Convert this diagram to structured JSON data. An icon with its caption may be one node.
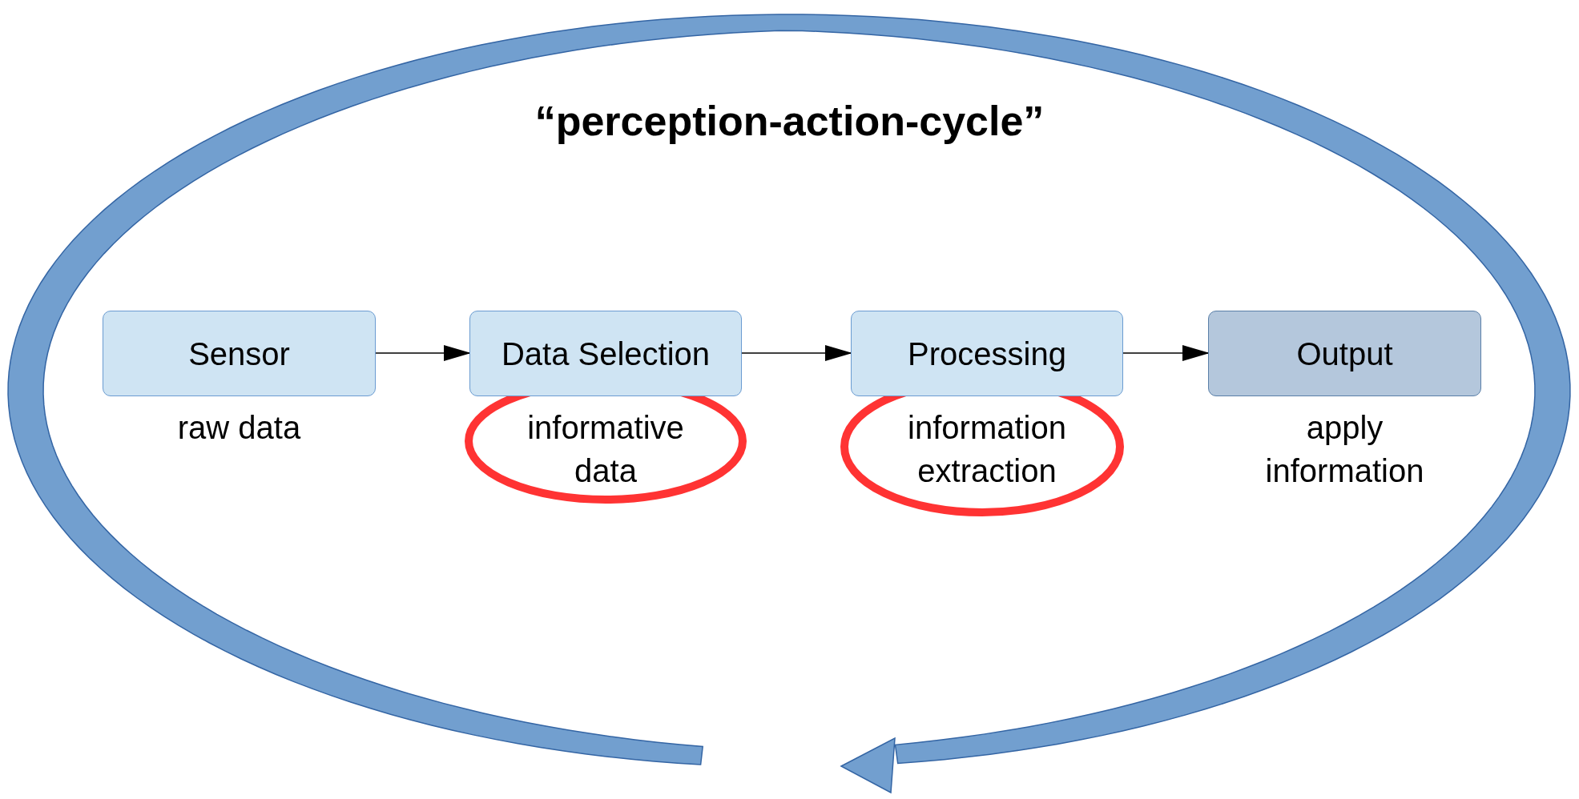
{
  "diagram": {
    "title": "“perception-action-cycle”",
    "nodes": [
      {
        "text": [
          "Sensor"
        ],
        "beside": [
          "raw data"
        ]
      },
      {
        "text": [
          "Data Selection"
        ],
        "beside": [
          "informative data"
        ]
      },
      {
        "text": [
          "Processing"
        ],
        "beside": [
          "information extraction"
        ]
      },
      {
        "text": [
          "Output"
        ],
        "beside": [
          "apply information"
        ]
      }
    ],
    "edges": [
      {
        "from": 0,
        "to": 1,
        "arrow": "to"
      },
      {
        "from": 1,
        "to": 2,
        "arrow": "to"
      },
      {
        "from": 2,
        "to": 3,
        "arrow": "to"
      }
    ]
  }
}
